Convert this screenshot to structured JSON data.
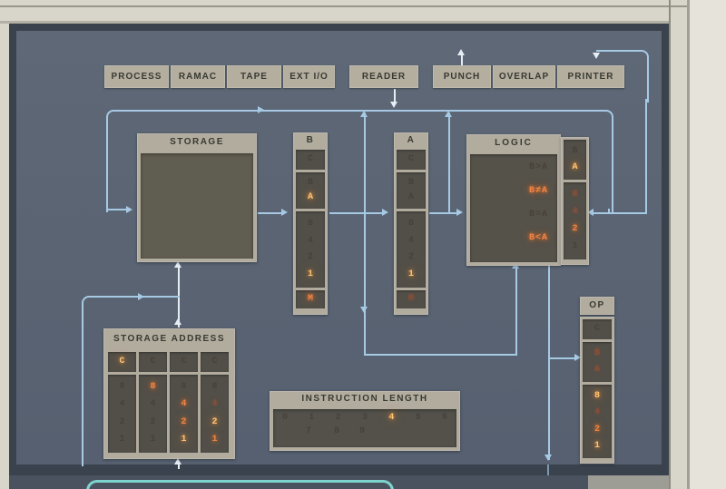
{
  "status_row": {
    "items": [
      {
        "label": "PROCESS"
      },
      {
        "label": "RAMAC"
      },
      {
        "label": "TAPE"
      },
      {
        "label": "EXT I/O"
      },
      {
        "label": "READER"
      },
      {
        "label": "PUNCH"
      },
      {
        "label": "OVERLAP"
      },
      {
        "label": "PRINTER"
      }
    ]
  },
  "storage": {
    "label": "STORAGE"
  },
  "logic": {
    "label": "LOGIC",
    "rows": [
      {
        "t": "B>A",
        "s": "off"
      },
      {
        "t": "B≠A",
        "s": "lit"
      },
      {
        "t": "B=A",
        "s": "off"
      },
      {
        "t": "B<A",
        "s": "lit"
      }
    ]
  },
  "registers": {
    "b": {
      "label": "B",
      "cells": [
        {
          "g": "C",
          "s": "off"
        },
        {
          "g": "B",
          "s": "off"
        },
        {
          "g": "A",
          "s": "bright"
        },
        {
          "g": "8",
          "s": "off"
        },
        {
          "g": "4",
          "s": "off"
        },
        {
          "g": "2",
          "s": "off"
        },
        {
          "g": "1",
          "s": "bright"
        },
        {
          "g": "M",
          "s": "lit"
        }
      ]
    },
    "a": {
      "label": "A",
      "cells": [
        {
          "g": "C",
          "s": "off"
        },
        {
          "g": "B",
          "s": "off"
        },
        {
          "g": "A",
          "s": "off"
        },
        {
          "g": "8",
          "s": "off"
        },
        {
          "g": "4",
          "s": "off"
        },
        {
          "g": "2",
          "s": "off"
        },
        {
          "g": "1",
          "s": "bright"
        },
        {
          "g": "M",
          "s": "dim"
        }
      ]
    },
    "logic_side": {
      "cells": [
        {
          "g": "B",
          "s": "off"
        },
        {
          "g": "A",
          "s": "bright"
        },
        {
          "g": "8",
          "s": "dim"
        },
        {
          "g": "4",
          "s": "dim"
        },
        {
          "g": "2",
          "s": "lit"
        },
        {
          "g": "1",
          "s": "off"
        }
      ]
    },
    "op": {
      "label": "OP",
      "cells": [
        {
          "g": "C",
          "s": "off"
        },
        {
          "g": "B",
          "s": "dim"
        },
        {
          "g": "A",
          "s": "dim"
        },
        {
          "g": "8",
          "s": "bright"
        },
        {
          "g": "4",
          "s": "dim"
        },
        {
          "g": "2",
          "s": "lit"
        },
        {
          "g": "1",
          "s": "bright"
        }
      ]
    }
  },
  "storage_address": {
    "label": "STORAGE ADDRESS",
    "columns": [
      {
        "cells": [
          {
            "g": "C",
            "s": "bright"
          },
          {
            "g": "8",
            "s": "off"
          },
          {
            "g": "4",
            "s": "off"
          },
          {
            "g": "2",
            "s": "off"
          },
          {
            "g": "1",
            "s": "off"
          }
        ]
      },
      {
        "cells": [
          {
            "g": "C",
            "s": "off"
          },
          {
            "g": "8",
            "s": "lit"
          },
          {
            "g": "4",
            "s": "off"
          },
          {
            "g": "2",
            "s": "off"
          },
          {
            "g": "1",
            "s": "off"
          }
        ]
      },
      {
        "cells": [
          {
            "g": "C",
            "s": "off"
          },
          {
            "g": "8",
            "s": "off"
          },
          {
            "g": "4",
            "s": "lit"
          },
          {
            "g": "2",
            "s": "lit"
          },
          {
            "g": "1",
            "s": "bright"
          }
        ]
      },
      {
        "cells": [
          {
            "g": "C",
            "s": "off"
          },
          {
            "g": "8",
            "s": "off"
          },
          {
            "g": "4",
            "s": "dim"
          },
          {
            "g": "2",
            "s": "bright"
          },
          {
            "g": "1",
            "s": "lit"
          }
        ]
      }
    ]
  },
  "instruction_length": {
    "label": "INSTRUCTION LENGTH",
    "row1": [
      {
        "g": "0",
        "s": "off"
      },
      {
        "g": "1",
        "s": "off"
      },
      {
        "g": "2",
        "s": "off"
      },
      {
        "g": "3",
        "s": "off"
      },
      {
        "g": "4",
        "s": "bright"
      },
      {
        "g": "5",
        "s": "off"
      },
      {
        "g": "6",
        "s": "off"
      }
    ],
    "row2": [
      {
        "g": "7",
        "s": "off"
      },
      {
        "g": "8",
        "s": "off"
      },
      {
        "g": "9",
        "s": "off"
      }
    ]
  },
  "colors": {
    "flow_line": "#a6c9e4",
    "arrow_white": "#e6edf4",
    "lit": "#f08444",
    "bright": "#ffc273",
    "panel_face": "#5a6370",
    "bezel": "#3a424d",
    "plate": "#b2ac9f",
    "frame": "#d8d5cb",
    "teal": "#7fd3cd"
  }
}
